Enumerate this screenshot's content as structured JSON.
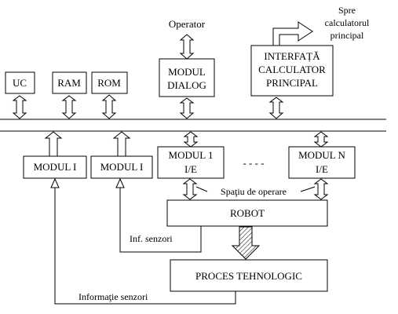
{
  "labels": {
    "uc": "UC",
    "ram": "RAM",
    "rom": "ROM",
    "modul_dialog_1": "MODUL",
    "modul_dialog_2": "DIALOG",
    "operator": "Operator",
    "interfata_1": "INTERFAȚĂ",
    "interfata_2": "CALCULATOR",
    "interfata_3": "PRINCIPAL",
    "spre_1": "Spre",
    "spre_2": "calculatorul",
    "spre_3": "principal",
    "modul_i_a": "MODUL I",
    "modul_i_b": "MODUL I",
    "modul_1_ie_1": "MODUL 1",
    "modul_1_ie_2": "I/E",
    "dots": "- - - -",
    "modul_n_ie_1": "MODUL N",
    "modul_n_ie_2": "I/E",
    "spatiu": "Spaţiu de operare",
    "robot": "ROBOT",
    "inf_senzori": "Inf. senzori",
    "proces": "PROCES TEHNOLOGIC",
    "informatie_senzori": "Informaţie senzori"
  }
}
